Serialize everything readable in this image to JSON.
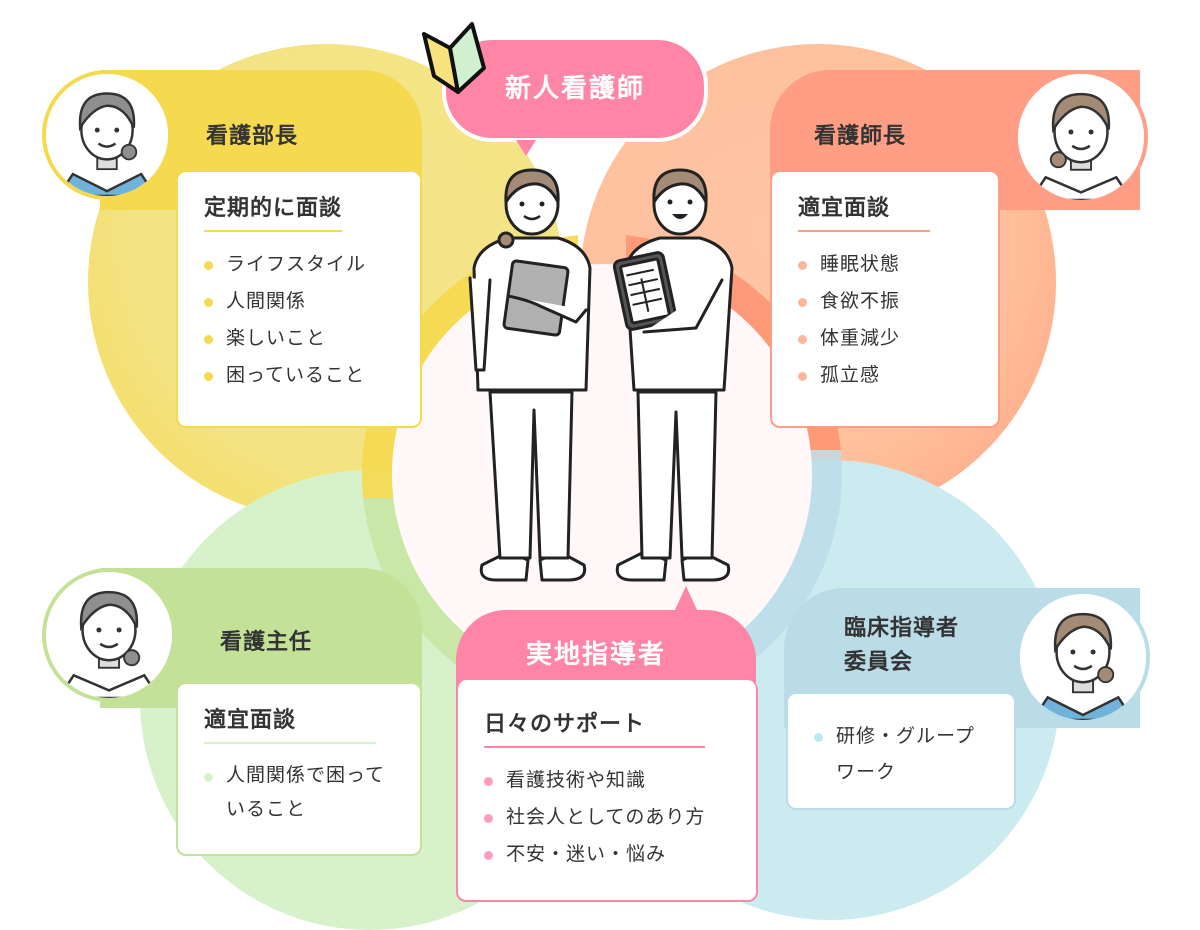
{
  "center": {
    "title": "新人看護師",
    "icon": "beginner-leaf-mark"
  },
  "roles": {
    "nursing_director": {
      "title": "看護部長",
      "color": "#f5d94e",
      "panel_heading": "定期的に面談",
      "items": [
        "ライフスタイル",
        "人間関係",
        "楽しいこと",
        "困っていること"
      ]
    },
    "head_nurse": {
      "title": "看護師長",
      "color": "#ff9e7c",
      "panel_heading": "適宜面談",
      "items": [
        "睡眠状態",
        "食欲不振",
        "体重減少",
        "孤立感"
      ]
    },
    "chief_nurse": {
      "title": "看護主任",
      "color": "#c3e297",
      "panel_heading": "適宜面談",
      "items": [
        "人間関係で困っていること"
      ]
    },
    "preceptor": {
      "title": "実地指導者",
      "color": "#ff85a7",
      "panel_heading": "日々のサポート",
      "items": [
        "看護技術や知識",
        "社会人としてのあり方",
        "不安・迷い・悩み"
      ]
    },
    "clinical_committee": {
      "title_line1": "臨床指導者",
      "title_line2": "委員会",
      "color": "#b9dce7",
      "items": [
        "研修・グループワーク"
      ]
    }
  }
}
